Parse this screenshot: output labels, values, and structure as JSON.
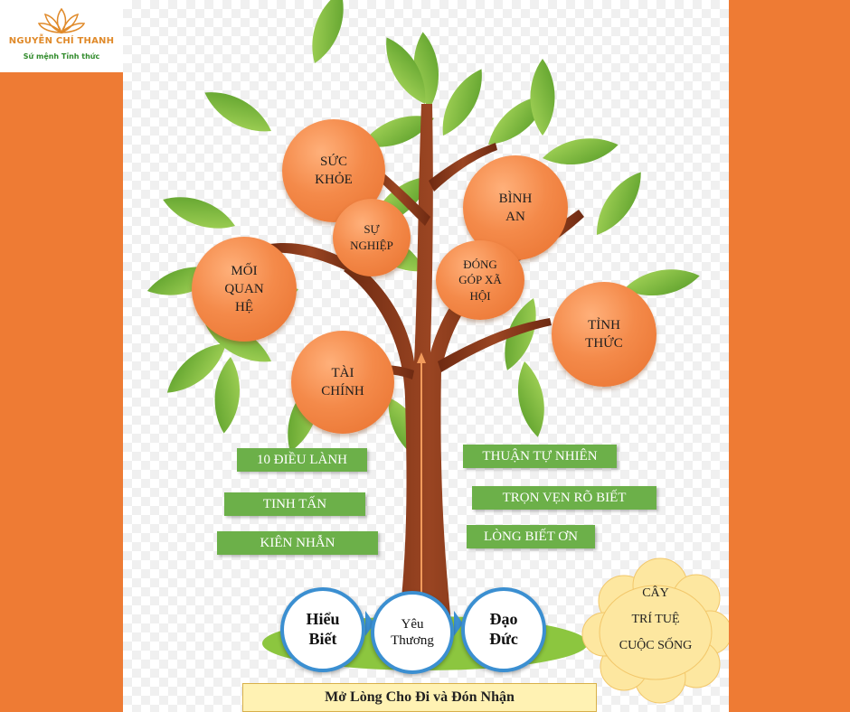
{
  "logo": {
    "name": "NGUYỄN CHÍ THANH",
    "tagline": "Sứ mệnh Tỉnh thức"
  },
  "fruits": [
    {
      "id": "suc-khoe",
      "label": "SỨC\nKHỎE"
    },
    {
      "id": "su-nghiep",
      "label": "SỰ\nNGHIỆP"
    },
    {
      "id": "binh-an",
      "label": "BÌNH\nAN"
    },
    {
      "id": "dong-gop-xa-hoi",
      "label": "ĐÓNG\nGÓP XÃ\nHỘI"
    },
    {
      "id": "moi-quan-he",
      "label": "MỐI\nQUAN\nHỆ"
    },
    {
      "id": "tinh-thuc",
      "label": "TỈNH\nTHỨC"
    },
    {
      "id": "tai-chinh",
      "label": "TÀI\nCHÍNH"
    }
  ],
  "left_tags": [
    "10 ĐIỀU LÀNH",
    "TINH TẤN",
    "KIÊN NHẪN"
  ],
  "right_tags": [
    "THUẬN TỰ NHIÊN",
    "TRỌN VẸN RÕ BIẾT",
    "LÒNG BIẾT ƠN"
  ],
  "roots": [
    {
      "id": "hieu-biet",
      "label": "Hiểu\nBiết"
    },
    {
      "id": "yeu-thuong",
      "label": "Yêu\nThương"
    },
    {
      "id": "dao-duc",
      "label": "Đạo\nĐức"
    }
  ],
  "banner": "Mở Lòng Cho Đi và Đón Nhận",
  "cloud": [
    "CÂY",
    "TRÍ TUỆ",
    "CUỘC SỐNG"
  ],
  "colors": {
    "orange_band": "#ee7b34",
    "fruit": "#f48a4a",
    "leaf": "#7bbf3a",
    "trunk": "#8a3a1c",
    "tag": "#6cb049",
    "root_ring": "#3b8fd1",
    "cloud": "#fde7a0"
  }
}
